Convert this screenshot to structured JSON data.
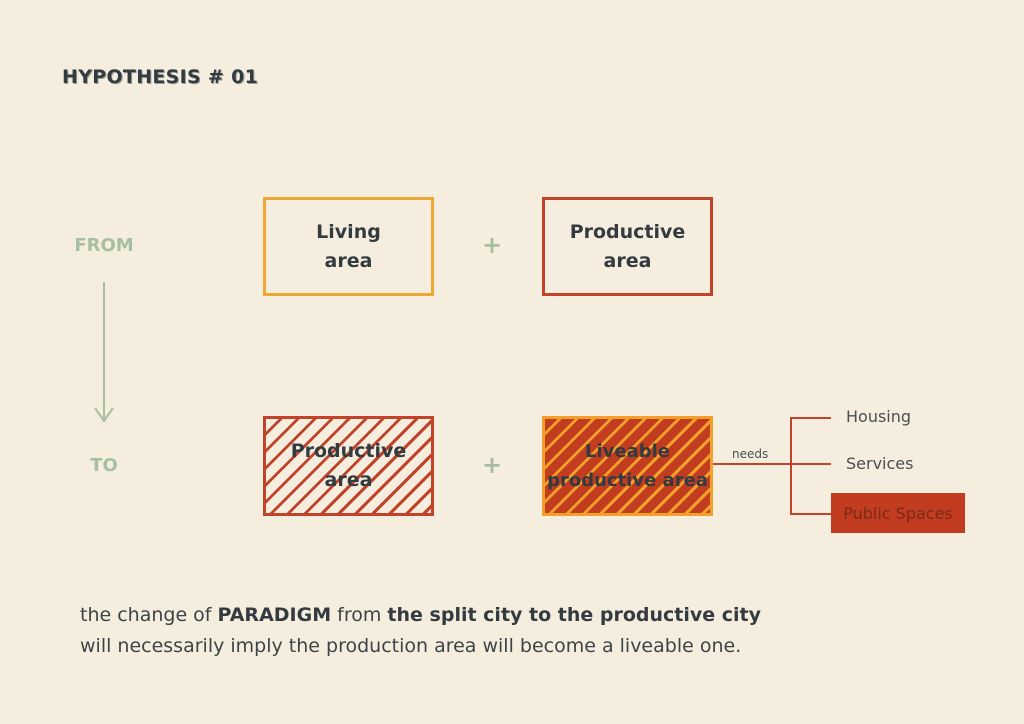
{
  "title": "HYPOTHESIS # 01",
  "stages": {
    "from": "FROM",
    "to": "TO"
  },
  "rows": {
    "from": {
      "left_box": {
        "line1": "Living",
        "line2": "area",
        "style": "outline",
        "color": "#eca734"
      },
      "operator": "+",
      "right_box": {
        "line1": "Productive",
        "line2": "area",
        "style": "outline",
        "color": "#c0432a"
      }
    },
    "to": {
      "left_box": {
        "line1": "Productive",
        "line2": "area",
        "style": "hatched-outline",
        "color": "#c0432a"
      },
      "operator": "+",
      "right_box": {
        "line1": "Liveable",
        "line2": "productive area",
        "style": "hatched-filled",
        "color": "#c23c1f",
        "accent": "#f2a02b"
      }
    }
  },
  "needs": {
    "label": "needs",
    "items": [
      {
        "label": "Housing",
        "highlighted": false
      },
      {
        "label": "Services",
        "highlighted": false
      },
      {
        "label": "Public Spaces",
        "highlighted": true
      }
    ]
  },
  "caption": {
    "line1": {
      "p1": "the change of ",
      "b1": "PARADIGM",
      "p2": " from ",
      "b2": "the split city to the productive city"
    },
    "line2": "will necessarily imply the production area will become a liveable one."
  },
  "colors": {
    "background": "#f5eedf",
    "text": "#333b41",
    "green": "#a6bea2",
    "orange": "#eca734",
    "red": "#c0432a"
  }
}
